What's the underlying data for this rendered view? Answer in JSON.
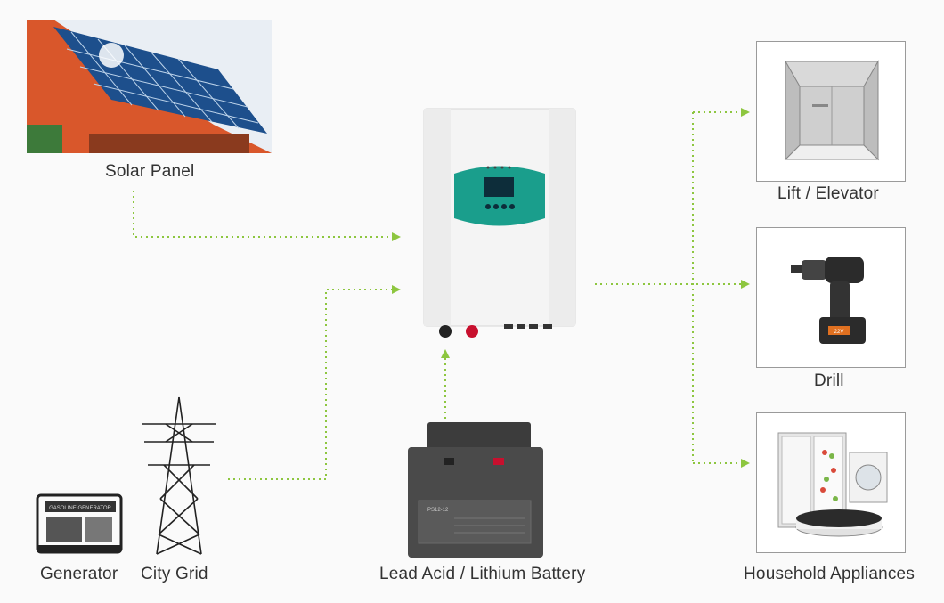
{
  "labels": {
    "solar_panel": "Solar Panel",
    "generator": "Generator",
    "city_grid": "City Grid",
    "battery": "Lead Acid / Lithium Battery",
    "lift": "Lift / Elevator",
    "drill": "Drill",
    "appliances": "Household Appliances"
  },
  "generator_sign": "GASOLINE GENERATOR",
  "battery_sign": "PS12-12",
  "drill_sign": "22V",
  "colors": {
    "arrow": "#8dc63f",
    "inverter_panel": "#1a9e8c",
    "background": "#fafafa"
  }
}
